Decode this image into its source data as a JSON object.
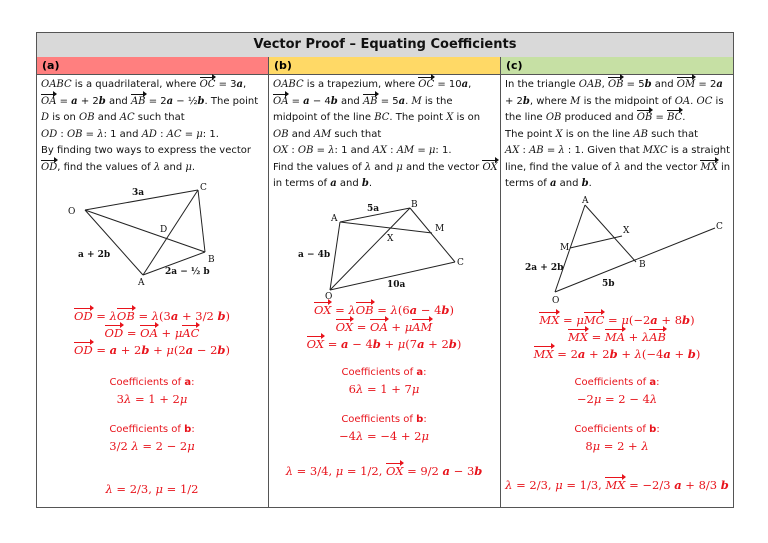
{
  "title": "Vector Proof – Equating Coefficients",
  "colors": {
    "header_a": "#ff7f7f",
    "header_b": "#ffd966",
    "header_c": "#c6e0a4",
    "title_bg": "#d9d9d9",
    "solution": "#e8141c"
  },
  "parts": [
    {
      "label": "(a)",
      "question": "<i>OABC</i> is a quadrilateral, where [OC] = 3<b>a</b>,<br>[OA] = <b>a</b> + 2<b>b</b> and [AB] = 2<b>a</b> − ½<b>b</b>. The point <i>D</i> is on <i>OB</i> and <i>AC</i> such that<br><i>OD</i> : <i>OB</i> = <i>λ</i>: 1 and <i>AD</i> : <i>AC</i> = <i>μ</i>: 1.<br>By finding two ways to express the vector [OD], find the values of <i>λ</i> and <i>μ</i>.",
      "diagram_labels": {
        "O": "O",
        "A": "A",
        "B": "B",
        "C": "C",
        "D": "D",
        "OC": "3a",
        "OA": "a + 2b",
        "AB": "2a − ½ b"
      },
      "solution_lines": [
        "[OD] = <i>λ</i>[OB] = <i>λ</i>(3<b>a</b> + 3/2 <b>b</b>)",
        "[OD] = [OA] + <i>μ</i>[AC]",
        "[OD] = <b>a</b> + 2<b>b</b> + <i>μ</i>(2<b>a</b> − 2<b>b</b>)"
      ],
      "coef_a_label": "Coefficients of <b>a</b>:",
      "coef_a": "3<i>λ</i> = 1 + 2<i>μ</i>",
      "coef_b_label": "Coefficients of <b>b</b>:",
      "coef_b": "3/2 <i>λ</i> = 2 − 2<i>μ</i>",
      "answer": "<i>λ</i> = 2/3, <i>μ</i> = 1/2"
    },
    {
      "label": "(b)",
      "question": "<i>OABC</i> is a trapezium, where [OC] = 10<b>a</b>,<br>[OA] = <b>a</b> − 4<b>b</b> and [AB] = 5<b>a</b>. <i>M</i> is the midpoint of the line <i>BC</i>. The point <i>X</i> is on <i>OB</i> and <i>AM</i> such that<br><i>OX</i> : <i>OB</i> = <i>λ</i>: 1 and <i>AX</i> : <i>AM</i> = <i>μ</i>: 1.<br>Find the values of <i>λ</i> and <i>μ</i> and the vector [OX] in terms of <b>a</b> and <b>b</b>.",
      "diagram_labels": {
        "O": "O",
        "A": "A",
        "B": "B",
        "C": "C",
        "M": "M",
        "X": "X",
        "AB": "5a",
        "OA": "a − 4b",
        "OC": "10a"
      },
      "solution_lines": [
        "[OX] = <i>λ</i>[OB] = <i>λ</i>(6<b>a</b> − 4<b>b</b>)",
        "[OX] = [OA] + <i>μ</i>[AM]",
        "[OX] = <b>a</b> − 4<b>b</b> + <i>μ</i>(7<b>a</b> + 2<b>b</b>)"
      ],
      "coef_a_label": "Coefficients of <b>a</b>:",
      "coef_a": "6<i>λ</i> = 1 + 7<i>μ</i>",
      "coef_b_label": "Coefficients of <b>b</b>:",
      "coef_b": "−4<i>λ</i> = −4 + 2<i>μ</i>",
      "answer": "<i>λ</i> = 3/4, <i>μ</i> = 1/2, [OX] = 9/2 <b>a</b> − 3<b>b</b>"
    },
    {
      "label": "(c)",
      "question": "In the triangle <i>OAB</i>, [OB] = 5<b>b</b> and [OM] = 2<b>a</b> + 2<b>b</b>, where <i>M</i> is the midpoint of <i>OA</i>. <i>OC</i> is the line <i>OB</i> produced and [OB] = [BC].<br>The point <i>X</i> is on the line <i>AB</i> such that<br><i>AX</i> : <i>AB</i> = <i>λ</i> : 1. Given that <i>MXC</i> is a straight line, find the value of <i>λ</i> and the vector [MX] in terms of <b>a</b> and <b>b</b>.",
      "diagram_labels": {
        "O": "O",
        "A": "A",
        "B": "B",
        "C": "C",
        "M": "M",
        "X": "X",
        "OM": "2a + 2b",
        "OB": "5b"
      },
      "solution_lines": [
        "[MX] = <i>μ</i>[MC] = <i>μ</i>(−2<b>a</b> + 8<b>b</b>)",
        "[MX] = [MA] + <i>λ</i>[AB]",
        "[MX] = 2<b>a</b> + 2<b>b</b> + <i>λ</i>(−4<b>a</b> + <b>b</b>)"
      ],
      "coef_a_label": "Coefficients of <b>a</b>:",
      "coef_a": "−2<i>μ</i> = 2 − 4<i>λ</i>",
      "coef_b_label": "Coefficients of <b>b</b>:",
      "coef_b": "8<i>μ</i> = 2 + <i>λ</i>",
      "answer": "<i>λ</i> = 2/3, <i>μ</i> = 1/3, [MX] = −2/3 <b>a</b> + 8/3 <b>b</b>"
    }
  ]
}
